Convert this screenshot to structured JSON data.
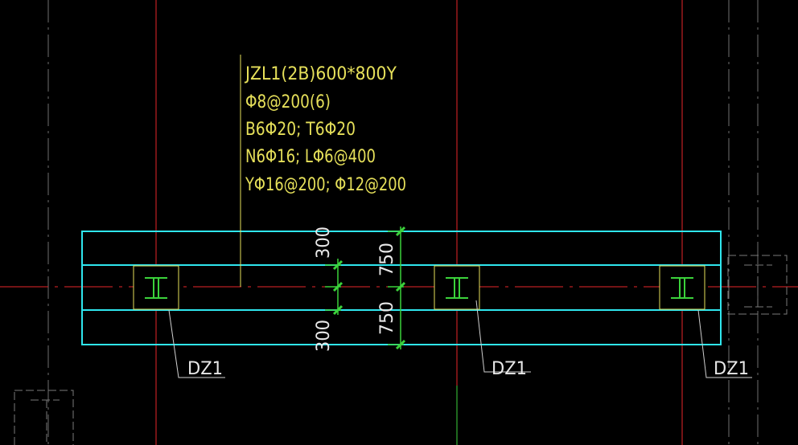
{
  "colors": {
    "background": "#000000",
    "axis_red": "#e8262a",
    "axis_gray": "#8a8a8a",
    "beam_cyan": "#2fe6ee",
    "text_yellow": "#e6e05a",
    "leader_yellow": "#e6e05a",
    "dim_green": "#3bd23b",
    "column_fill": "#000000",
    "column_outline": "#e6e05a",
    "column_symbol": "#3bd23b",
    "leader_white": "#cfcfcf",
    "ghost_gray": "#7a7a7a"
  },
  "beam_annotation": {
    "line1": "JZL1(2B)600*800Y",
    "line2": "Φ8@200(6)",
    "line3": "B6Φ20; T6Φ20",
    "line4": "N6Φ16; LΦ6@400",
    "line5": "YΦ16@200; Φ12@200"
  },
  "dimensions": {
    "inner_top": "300",
    "inner_bottom": "300",
    "outer_top": "750",
    "outer_bottom": "750"
  },
  "columns": [
    {
      "label": "DZ1"
    },
    {
      "label": "DZ1"
    },
    {
      "label": "DZ1"
    }
  ]
}
